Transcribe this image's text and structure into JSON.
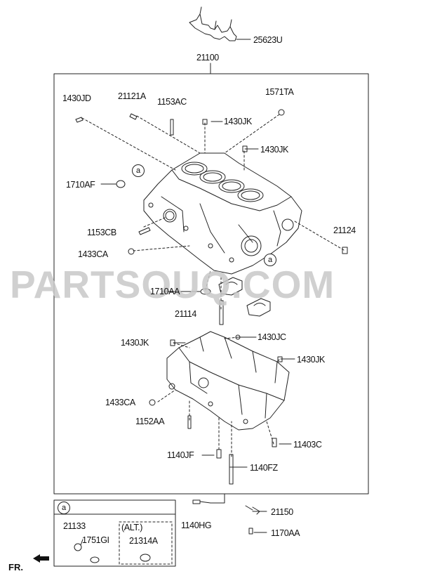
{
  "watermark": "PARTSOUQ.COM",
  "labels": {
    "p25623U": "25623U",
    "p21100": "21100",
    "p1430JD": "1430JD",
    "p21121A": "21121A",
    "p1153AC": "1153AC",
    "p1571TA": "1571TA",
    "p1430JK_a": "1430JK",
    "p1430JK_b": "1430JK",
    "p1710AF": "1710AF",
    "p1153CB": "1153CB",
    "p1433CA_a": "1433CA",
    "p21124": "21124",
    "p1710AA": "1710AA",
    "p21114": "21114",
    "p1430JK_c": "1430JK",
    "p1430JC": "1430JC",
    "p1430JK_d": "1430JK",
    "p1433CA_b": "1433CA",
    "p1152AA": "1152AA",
    "p1140JF": "1140JF",
    "p11403C": "11403C",
    "p1140FZ": "1140FZ",
    "p1140HG": "1140HG",
    "p21150": "21150",
    "p1170AA": "1170AA",
    "p21133": "21133",
    "p1751GI": "1751GI",
    "pALT": "(ALT.)",
    "p21314A": "21314A"
  },
  "callouts": {
    "a1": "a",
    "a2": "a",
    "a3": "a"
  },
  "front_indicator": "FR."
}
